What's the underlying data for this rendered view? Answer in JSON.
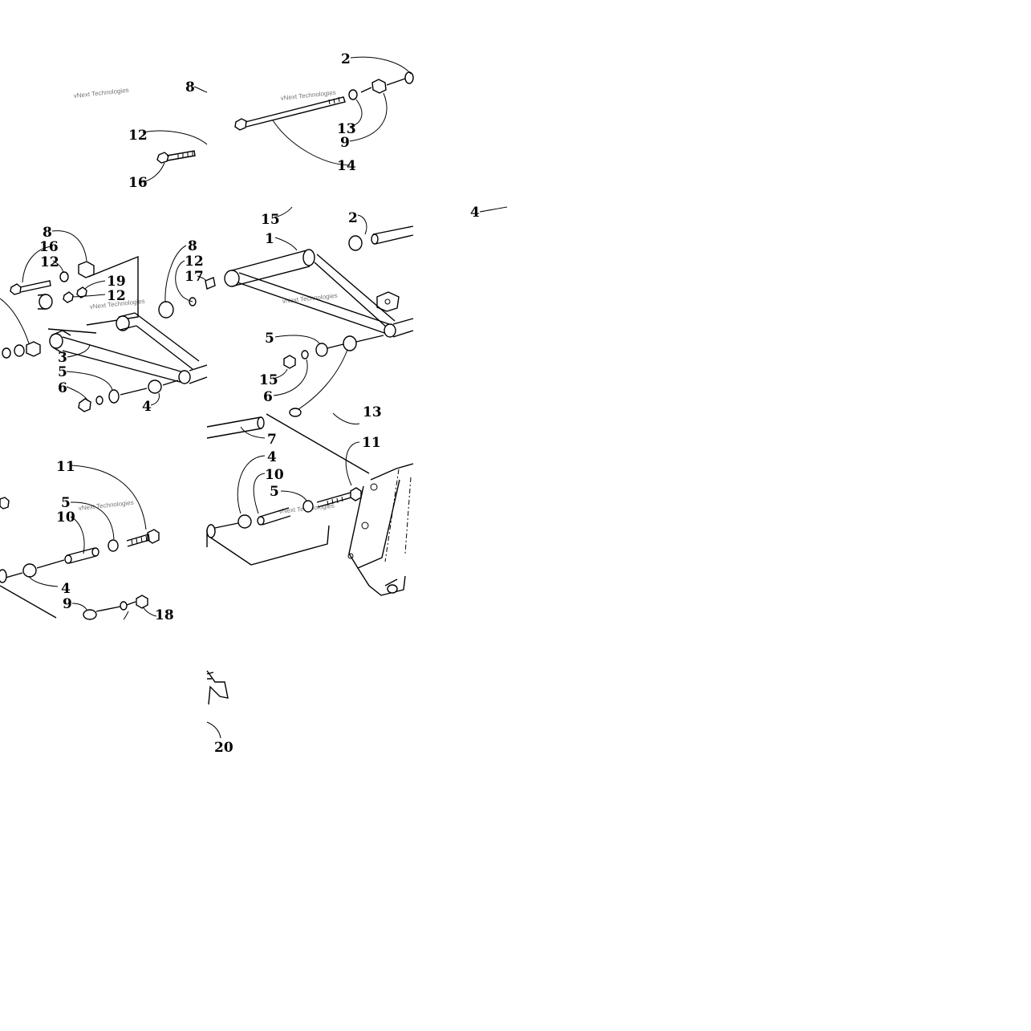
{
  "diagram": {
    "watermark": "vNext Technologies",
    "tiles": [
      {
        "id": "tile-top-left",
        "callouts": [
          "8",
          "12",
          "16"
        ]
      },
      {
        "id": "tile-top-right",
        "callouts": [
          "2",
          "13",
          "9",
          "14"
        ]
      },
      {
        "id": "tile-mid-left",
        "callouts": [
          "8",
          "16",
          "12",
          "19",
          "12",
          "8",
          "12",
          "17",
          "3",
          "5",
          "6",
          "4"
        ]
      },
      {
        "id": "tile-mid-right",
        "callouts": [
          "15",
          "1",
          "2",
          "5",
          "15",
          "6"
        ]
      },
      {
        "id": "tile-right-edge",
        "callouts": [
          "4"
        ]
      },
      {
        "id": "tile-bottom-left",
        "callouts": [
          "11",
          "5",
          "10",
          "4",
          "9",
          "18"
        ]
      },
      {
        "id": "tile-bottom-right",
        "callouts": [
          "13",
          "11",
          "7",
          "4",
          "10",
          "5"
        ]
      },
      {
        "id": "tile-lower-fragment",
        "callouts": [
          "20"
        ]
      }
    ]
  }
}
